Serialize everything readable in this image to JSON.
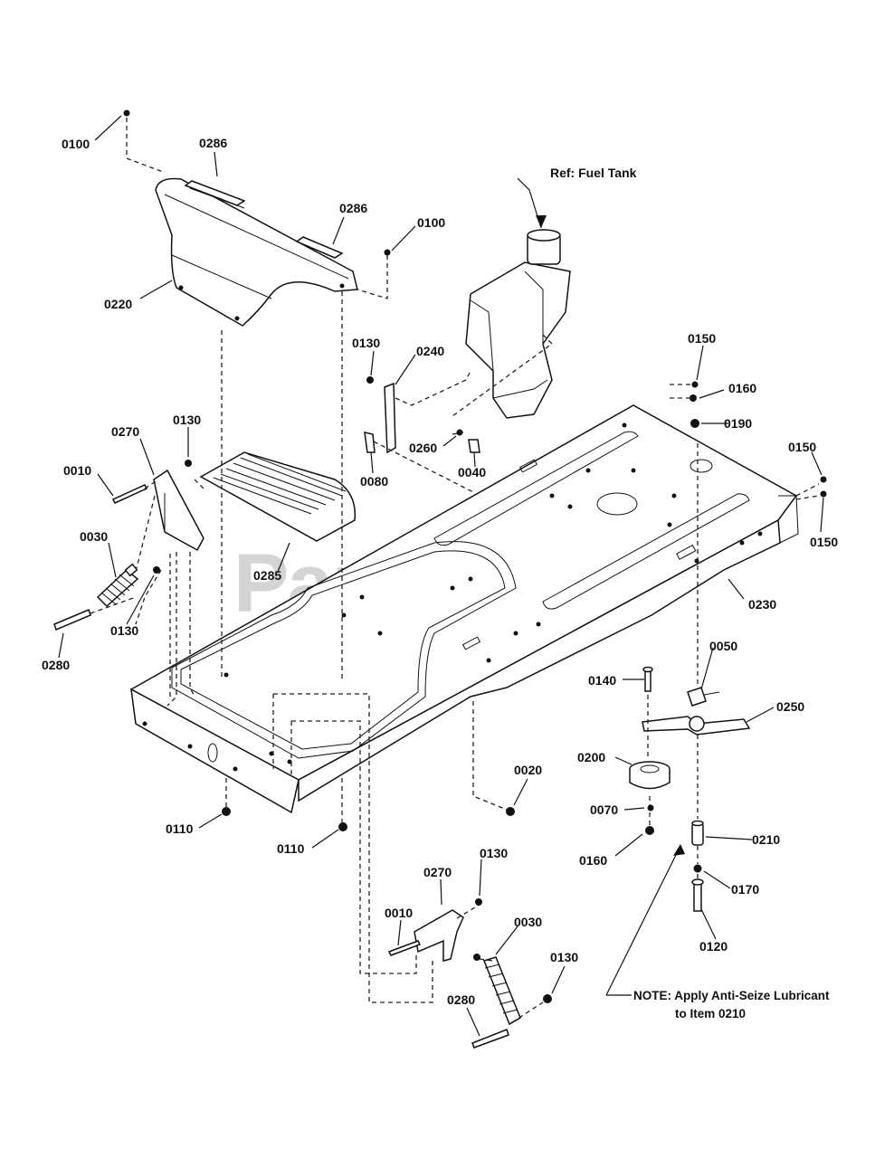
{
  "watermark": "PartsTree",
  "callouts": {
    "c0100a": "0100",
    "c0286a": "0286",
    "c0286b": "0286",
    "c0100b": "0100",
    "c0220": "0220",
    "cref": "Ref: Fuel Tank",
    "c0130a": "0130",
    "c0240": "0240",
    "c0150a": "0150",
    "c0160a": "0160",
    "c0190": "0190",
    "c0130b": "0130",
    "c0270a": "0270",
    "c0010a": "0010",
    "c0260": "0260",
    "c0040": "0040",
    "c0080": "0080",
    "c0150b": "0150",
    "c0150c": "0150",
    "c0030a": "0030",
    "c0285": "0285",
    "c0230": "0230",
    "c0130c": "0130",
    "c0280a": "0280",
    "c0050": "0050",
    "c0140": "0140",
    "c0250": "0250",
    "c0200": "0200",
    "c0020": "0020",
    "c0070": "0070",
    "c0110a": "0110",
    "c0110b": "0110",
    "c0160b": "0160",
    "c0210": "0210",
    "c0130d": "0130",
    "c0270b": "0270",
    "c0170": "0170",
    "c0010b": "0010",
    "c0030b": "0030",
    "c0120": "0120",
    "c0130e": "0130",
    "c0280b": "0280"
  },
  "note": {
    "line1": "NOTE: Apply Anti-Seize Lubricant",
    "line2": "to Item  0210"
  }
}
